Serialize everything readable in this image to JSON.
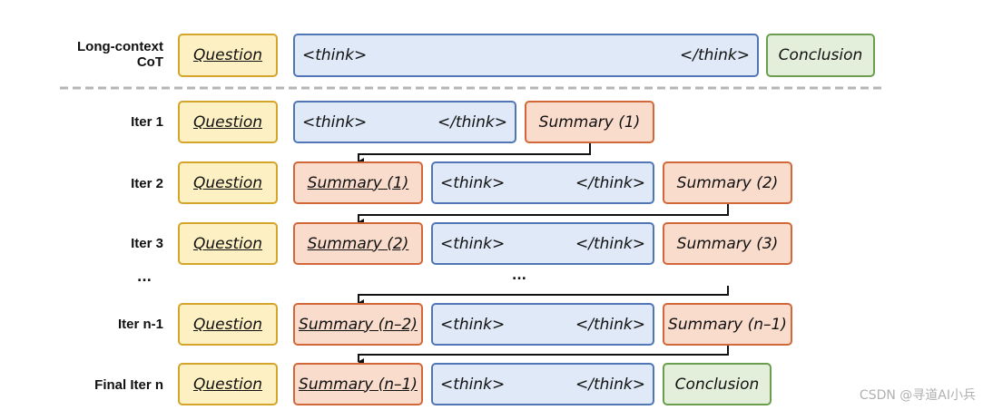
{
  "labels": {
    "long_context_line1": "Long-context",
    "long_context_line2": "CoT",
    "iter1": "Iter 1",
    "iter2": "Iter 2",
    "iter3": "Iter 3",
    "ellipsis": "...",
    "itern1": "Iter n-1",
    "final": "Final Iter n"
  },
  "text": {
    "question": "Question",
    "think_open": "<think>",
    "think_close": "</think>",
    "conclusion": "Conclusion",
    "summary_1": "Summary (1)",
    "summary_2": "Summary (2)",
    "summary_3": "Summary (3)",
    "summary_n2": "Summary (n–2)",
    "summary_n1": "Summary (n–1)",
    "mid_ellipsis": "..."
  },
  "watermark": "CSDN @寻道AI小兵",
  "colors": {
    "question_fill": "#fdf0c3",
    "question_border": "#d4a52a",
    "summary_fill": "#fadccd",
    "summary_border": "#d2683a",
    "think_fill": "#dfe9f7",
    "think_border": "#5176b6",
    "conclusion_fill": "#e3efda",
    "conclusion_border": "#6a9e4e",
    "separator": "#b5b5b5",
    "arrow": "#111111"
  }
}
